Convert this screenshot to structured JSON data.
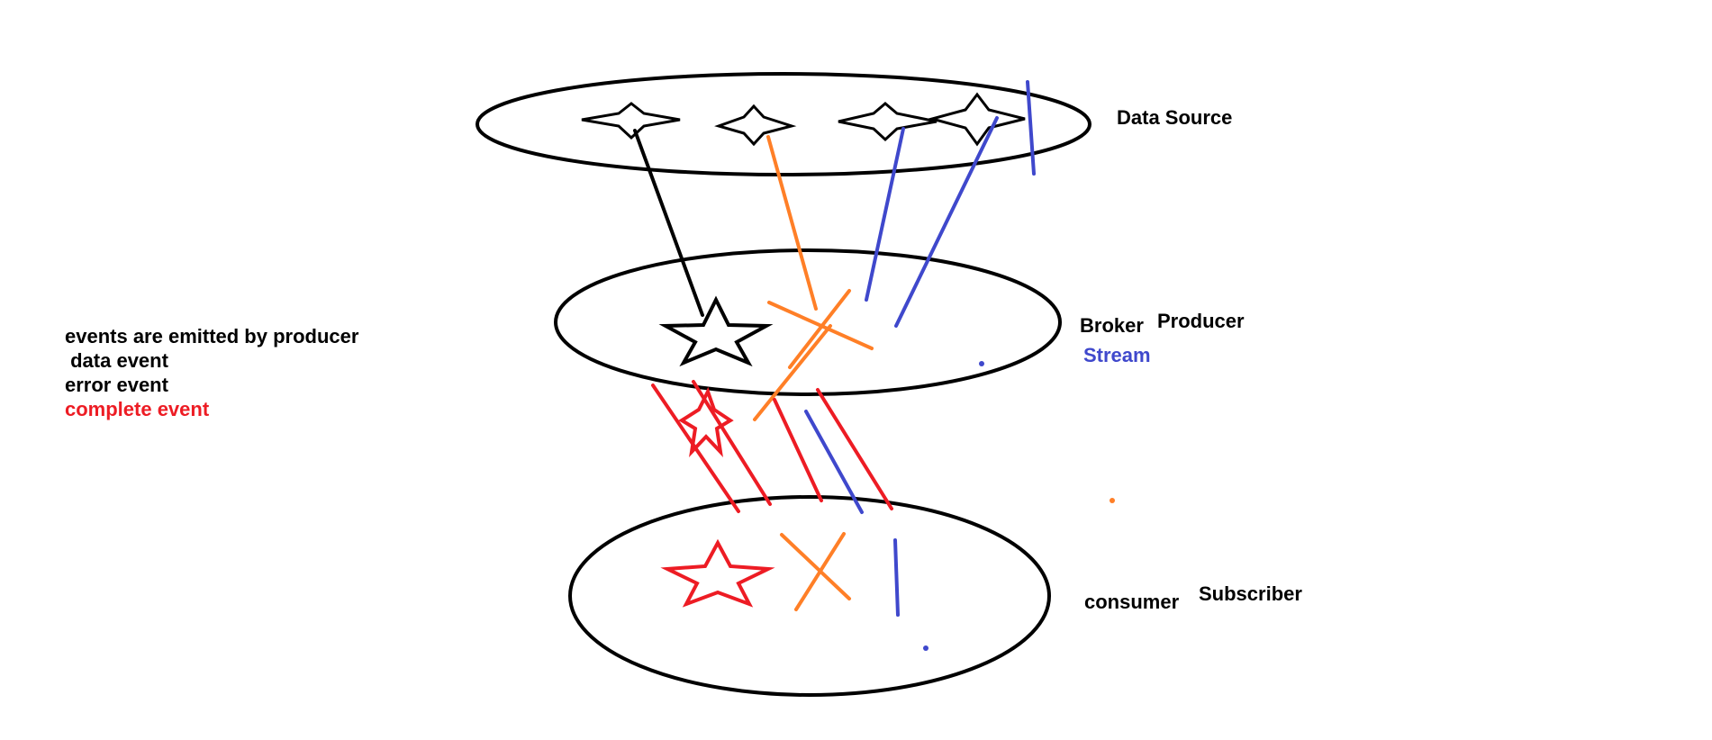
{
  "labels": {
    "data_source": "Data Source",
    "broker": "Broker",
    "producer": "Producer",
    "stream": "Stream",
    "consumer": "consumer",
    "subscriber": "Subscriber"
  },
  "legend": {
    "line1": "events are emitted by producer",
    "line2": " data event",
    "line3": "error event",
    "line4": "complete event"
  },
  "colors": {
    "black": "#000000",
    "orange": "#ff7f27",
    "blue": "#3f48cc",
    "red": "#ed1c24"
  }
}
